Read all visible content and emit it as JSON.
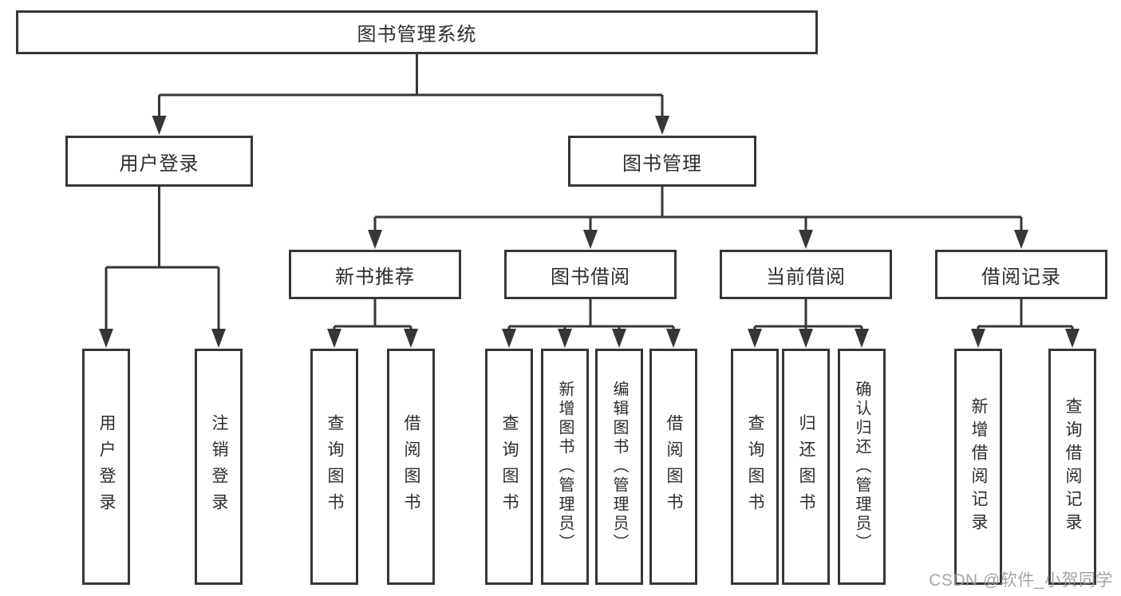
{
  "title": "图书管理系统",
  "level2": {
    "user_login": "用户登录",
    "book_management": "图书管理"
  },
  "level3": {
    "new_book_recommend": "新书推荐",
    "book_borrow": "图书借阅",
    "current_borrow": "当前借阅",
    "borrow_records": "借阅记录"
  },
  "leaves": {
    "userLogin": [
      "用户登录",
      "注销登录"
    ],
    "newBook": [
      "查询图书",
      "借阅图书"
    ],
    "bookBorrow": [
      "查询图书",
      "新增图书（管理员）",
      "编辑图书（管理员）",
      "借阅图书"
    ],
    "currentBorrow": [
      "查询图书",
      "归还图书",
      "确认归还（管理员）"
    ],
    "borrowRecords": [
      "新增借阅记录",
      "查询借阅记录"
    ]
  },
  "watermark": "CSDN @软件_小贺同学",
  "colors": {
    "line": "#363636",
    "box_border": "#363636",
    "box_background": "#ffffff",
    "text": "#2d2d2d",
    "watermark": "#9c9c9c",
    "page_background": "#ffffff"
  }
}
